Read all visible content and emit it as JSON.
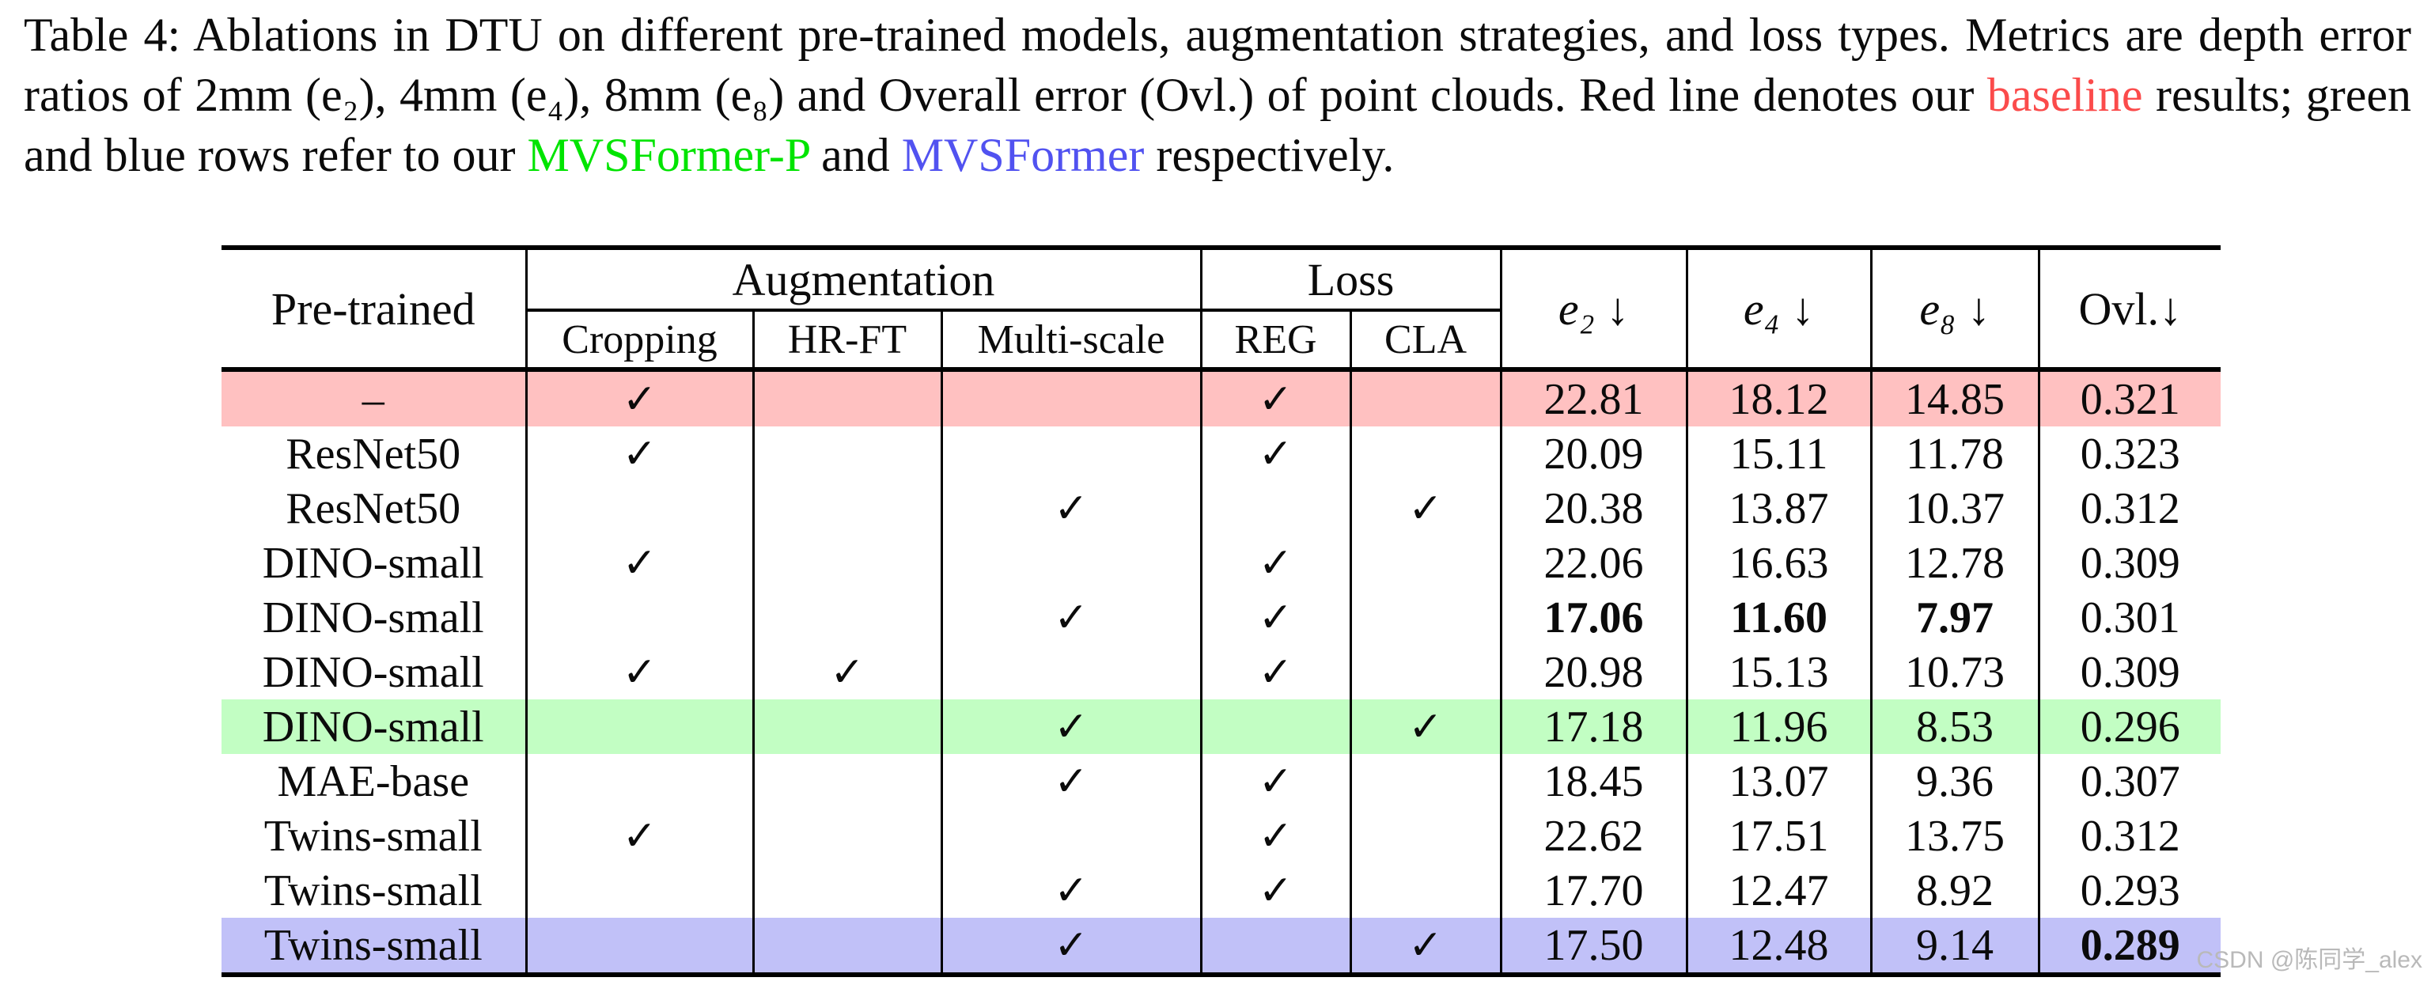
{
  "caption": {
    "part1": "Table 4: Ablations in DTU on different pre-trained models, augmentation strategies, and loss types. Metrics are depth error ratios of 2mm (e₂), 4mm (e₄), 8mm (e₈) and Overall error (Ovl.) of point clouds. Red line denotes our ",
    "baseline_word": "baseline",
    "part2": " results; green and blue rows refer to our ",
    "mvsformer_p_word": "MVSFormer-P",
    "part3": " and ",
    "mvsformer_word": "MVSFormer",
    "part4": " respectively."
  },
  "table": {
    "check_glyph": "✓",
    "header": {
      "pretrained": "Pre-trained",
      "augmentation": "Augmentation",
      "loss": "Loss",
      "sub": [
        "Cropping",
        "HR-FT",
        "Multi-scale",
        "REG",
        "CLA"
      ],
      "metrics": [
        "e₂ ↓",
        "e₄ ↓",
        "e₈ ↓",
        "Ovl.↓"
      ]
    },
    "rows": [
      {
        "pretrained": "–",
        "bg": "red",
        "checks": [
          true,
          false,
          false,
          true,
          false
        ],
        "values": [
          "22.81",
          "18.12",
          "14.85",
          "0.321"
        ],
        "bold": [
          false,
          false,
          false,
          false
        ]
      },
      {
        "pretrained": "ResNet50",
        "bg": null,
        "checks": [
          true,
          false,
          false,
          true,
          false
        ],
        "values": [
          "20.09",
          "15.11",
          "11.78",
          "0.323"
        ],
        "bold": [
          false,
          false,
          false,
          false
        ]
      },
      {
        "pretrained": "ResNet50",
        "bg": null,
        "checks": [
          false,
          false,
          true,
          false,
          true
        ],
        "values": [
          "20.38",
          "13.87",
          "10.37",
          "0.312"
        ],
        "bold": [
          false,
          false,
          false,
          false
        ]
      },
      {
        "pretrained": "DINO-small",
        "bg": null,
        "checks": [
          true,
          false,
          false,
          true,
          false
        ],
        "values": [
          "22.06",
          "16.63",
          "12.78",
          "0.309"
        ],
        "bold": [
          false,
          false,
          false,
          false
        ]
      },
      {
        "pretrained": "DINO-small",
        "bg": null,
        "checks": [
          false,
          false,
          true,
          true,
          false
        ],
        "values": [
          "17.06",
          "11.60",
          "7.97",
          "0.301"
        ],
        "bold": [
          true,
          true,
          true,
          false
        ]
      },
      {
        "pretrained": "DINO-small",
        "bg": null,
        "checks": [
          true,
          true,
          false,
          true,
          false
        ],
        "values": [
          "20.98",
          "15.13",
          "10.73",
          "0.309"
        ],
        "bold": [
          false,
          false,
          false,
          false
        ]
      },
      {
        "pretrained": "DINO-small",
        "bg": "green",
        "checks": [
          false,
          false,
          true,
          false,
          true
        ],
        "values": [
          "17.18",
          "11.96",
          "8.53",
          "0.296"
        ],
        "bold": [
          false,
          false,
          false,
          false
        ]
      },
      {
        "pretrained": "MAE-base",
        "bg": null,
        "checks": [
          false,
          false,
          true,
          true,
          false
        ],
        "values": [
          "18.45",
          "13.07",
          "9.36",
          "0.307"
        ],
        "bold": [
          false,
          false,
          false,
          false
        ]
      },
      {
        "pretrained": "Twins-small",
        "bg": null,
        "checks": [
          true,
          false,
          false,
          true,
          false
        ],
        "values": [
          "22.62",
          "17.51",
          "13.75",
          "0.312"
        ],
        "bold": [
          false,
          false,
          false,
          false
        ]
      },
      {
        "pretrained": "Twins-small",
        "bg": null,
        "checks": [
          false,
          false,
          true,
          true,
          false
        ],
        "values": [
          "17.70",
          "12.47",
          "8.92",
          "0.293"
        ],
        "bold": [
          false,
          false,
          false,
          false
        ]
      },
      {
        "pretrained": "Twins-small",
        "bg": "blue",
        "checks": [
          false,
          false,
          true,
          false,
          true
        ],
        "values": [
          "17.50",
          "12.48",
          "9.14",
          "0.289"
        ],
        "bold": [
          false,
          false,
          false,
          true
        ]
      }
    ]
  },
  "watermark": "CSDN @陈同学_alex",
  "colors": {
    "row_red": "#ffc1c1",
    "row_green": "#c2fec3",
    "row_blue": "#c1c1f8",
    "accent_red": "#fb4b4b",
    "accent_green": "#00e400",
    "accent_blue": "#5152f0"
  }
}
